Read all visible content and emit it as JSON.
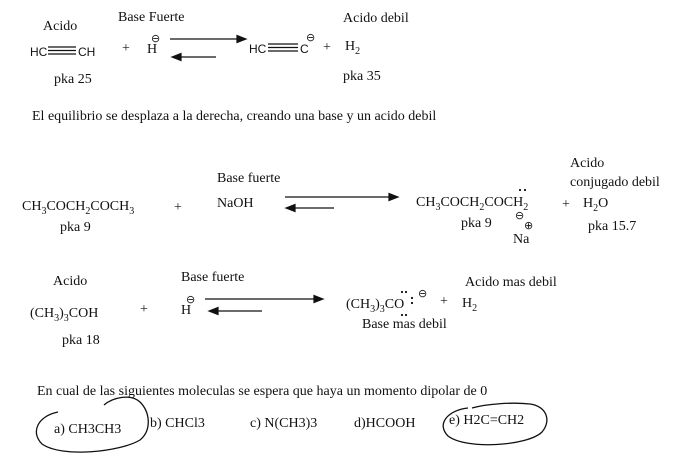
{
  "reaction1": {
    "reactant_label": "Acido",
    "reactant_left": "HC",
    "reactant_right": "CH",
    "plus1": "+",
    "base_label": "Base Fuerte",
    "base": "H",
    "charge": "⊖",
    "product_left": "HC",
    "product_right": "C",
    "plus2": "+",
    "product_acid_label": "Acido debil",
    "product_acid": "H",
    "product_acid_sub": "2",
    "pka_left": "pka 25",
    "pka_right": "pka 35"
  },
  "statement": "El equilibrio se desplaza a la derecha, creando una base y un acido debil",
  "reaction2": {
    "reactant_pre": "CH",
    "reactant_mid1": "COCH",
    "reactant_mid2": "COCH",
    "sub3": "3",
    "sub2": "2",
    "plus1": "+",
    "base_label": "Base fuerte",
    "base": "NaOH",
    "product_pre": "CH",
    "product_mid1": "COCH",
    "product_mid2": "COCH",
    "plus2": "+",
    "acid_label_line1": "Acido",
    "acid_label_line2": "conjugado debil",
    "acid": "H",
    "acid_sub": "2",
    "acid_suffix": "O",
    "pka_left": "pka 9",
    "pka_mid": "pka 9",
    "pka_right": "pka 15.7",
    "counter_ion": "Na",
    "minus": "⊖",
    "plus_charge": "⊕"
  },
  "reaction3": {
    "reactant_label": "Acido",
    "reactant_pre": "(CH",
    "reactant_post": "COH",
    "sub3": "3",
    "sub3b": "3",
    "plus1": "+",
    "base_label": "Base fuerte",
    "base": "H",
    "charge": "⊖",
    "product_pre": "(CH",
    "product_post": "CO",
    "plus2": "+",
    "acid_label": "Acido mas debil",
    "acid": "H",
    "acid_sub": "2",
    "product_label": "Base mas debil",
    "pka_left": "pka 18"
  },
  "question": {
    "text": "En cual de las siguientes moleculas se espera que haya un momento dipolar de 0",
    "options": [
      "a) CH3CH3",
      "b) CHCl3",
      "c) N(CH3)3",
      "d)HCOOH",
      "e) H2C=CH2"
    ],
    "circled": [
      "a) CH3CH3",
      "e) H2C=CH2"
    ]
  }
}
